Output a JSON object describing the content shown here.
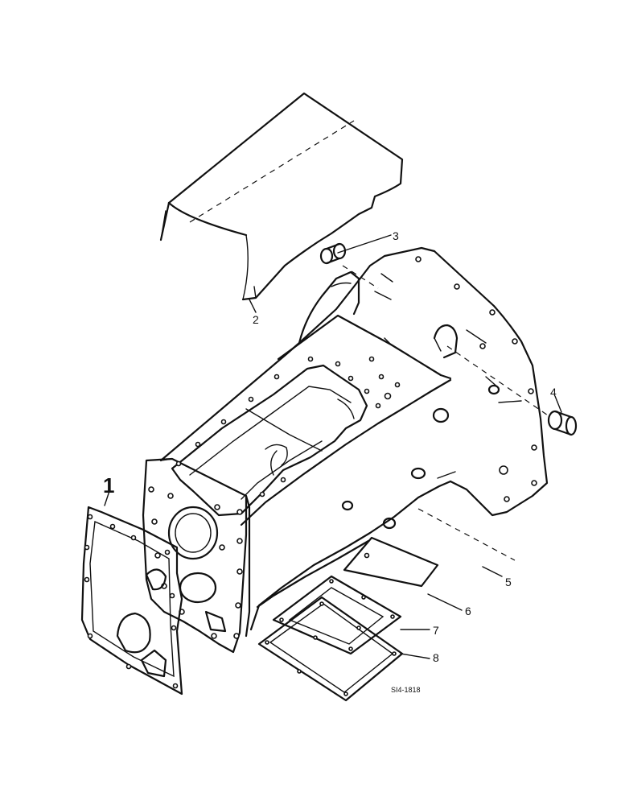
{
  "callouts": {
    "c1": "1",
    "c2": "2",
    "c3": "3",
    "c4": "4",
    "c5": "5",
    "c6": "6",
    "c7": "7",
    "c8": "8"
  },
  "drawing_code": "SI4-1818"
}
